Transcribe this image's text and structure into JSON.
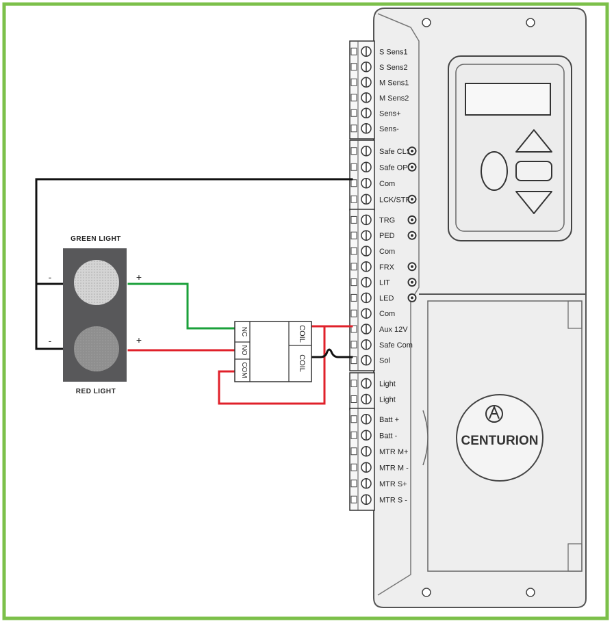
{
  "lights": {
    "green_caption": "GREEN LIGHT",
    "red_caption": "RED LIGHT",
    "minus": "-",
    "plus": "+"
  },
  "relay": {
    "pins_left": [
      "NC",
      "NO",
      "COM"
    ],
    "pins_right": [
      "COIL",
      "COIL"
    ]
  },
  "controller": {
    "brand": "CENTURION",
    "terminal_groups": [
      [
        "S Sens1",
        "S Sens2",
        "M Sens1",
        "M Sens2",
        "Sens+",
        "Sens-"
      ],
      [
        "Safe CLS",
        "Safe OPN",
        "Com",
        "LCK/STP"
      ],
      [
        "TRG",
        "PED",
        "Com",
        "FRX",
        "LIT",
        "LED",
        "Com",
        "Aux 12V",
        "Safe Com",
        "Sol"
      ],
      [
        "Light",
        "Light"
      ],
      [
        "Batt +",
        "Batt -",
        "MTR M+",
        "MTR M -",
        "MTR S+",
        "MTR S -"
      ]
    ]
  },
  "colors": {
    "frame": "#7cc04a",
    "wire_black": "#111111",
    "wire_green": "#1aa03a",
    "wire_red": "#e0202a",
    "light_body": "#58585a",
    "controller_fill": "#eeeeee",
    "controller_stroke": "#555555"
  }
}
